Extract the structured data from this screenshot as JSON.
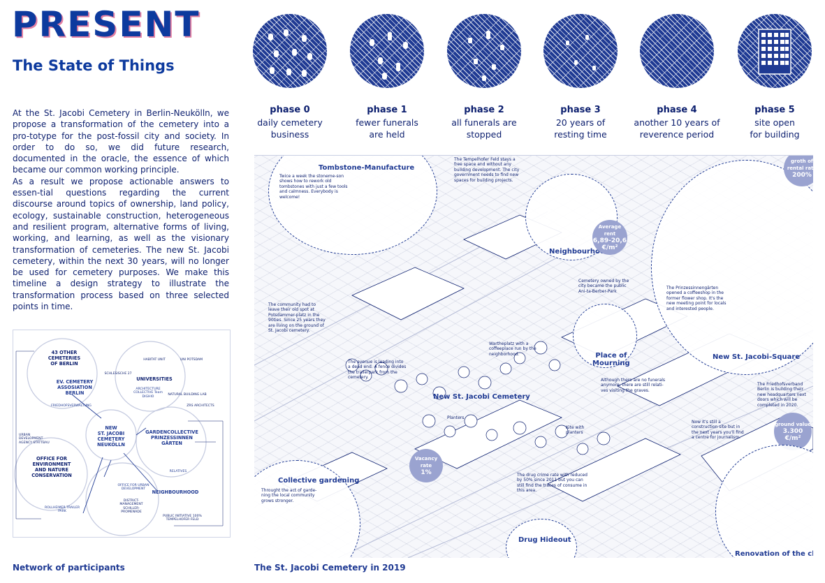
{
  "header": {
    "title": "PRESENT",
    "subtitle": "The State of Things"
  },
  "intro": {
    "p1": "At the St. Jacobi Cemetery in Berlin-Neukölln, we propose a transformation of the cemetery into a pro-totype for the post-fossil city and society. In order to do so, we did future research, documented in the oracle, the essence of which became our common working principle.",
    "p2": "As a result we propose actionable answers to essen-tial questions regarding the current discourse around topics of ownership, land policy, ecology, sustainable construction, heterogeneous and resilient program, alternative forms of living, working, and learning, as well as the visionary transformation of cemeteries. The new St. Jacobi cemetery, within the next 30 years, will no longer be used for cemetery purposes. We make this timeline a design strategy to illustrate the transformation process based on three selected points in time."
  },
  "phases": [
    {
      "name": "phase 0",
      "desc": "daily cemetery\nbusiness"
    },
    {
      "name": "phase 1",
      "desc": "fewer funerals\nare held"
    },
    {
      "name": "phase 2",
      "desc": "all funerals are\nstopped"
    },
    {
      "name": "phase 3",
      "desc": "20 years of\nresting time"
    },
    {
      "name": "phase 4",
      "desc": "another 10 years of\nreverence period"
    },
    {
      "name": "phase 5",
      "desc": "site open\nfor building"
    }
  ],
  "map": {
    "caption": "The St. Jacobi Cemetery in 2019",
    "labels": {
      "tombstone": "Tombstone-Manufacture",
      "neighbourhood": "Neighbourhood",
      "mourning": "Place of\nMourning",
      "square": "New St. Jacobi-Square",
      "cemetery": "New St. Jacobi Cemetery",
      "gardening": "Collective gardening",
      "drug": "Drug Hideout",
      "chapel": "Renovation of the chapel"
    },
    "notes": {
      "tombstone": "Twice a week the stoneme-son shows how to rework old tombstones with just a few tools and calmness. Everybody is welcome!",
      "tempelhof": "The Tempelhofer Feld stays a free space and without any building development. The city government needs to find new spaces for building projects.",
      "park": "Cemetery owned by the city became the public Ani-ta-Berber-Park",
      "coffeeshop": "The Prinzessinnengärten opened a coffeeshop in the former flower shop. It's the new meeting point for locals and interested people.",
      "community": "The community had to leave their old spot at Potsdammer-platz in the 90ties. Since 25 years they are living on the ground of St. Jacobi cemetery.",
      "wartheplatz": "Wartheplatz with a coffeeplace run by the neighborhood.",
      "avenue": "The avenue is leading into a dead end. A fence divides the trailerpark from the cemetery.",
      "funerals": "Although there are no funerals anymore, there are still relati-ves visiting the graves.",
      "friedhofsverband": "The Friedhofsverband Berlin is building their new headquarters next doors which will be completed in 2020.",
      "construction": "Now it's still a construction site but in the next years you'll find a centre for journalism.",
      "crime": "The drug crime rate with reduced by 50% since 2011 but you can still find the traces of consume in this area.",
      "gardening": "Throught the act of garde-ning the local community grows stronger.",
      "planters": "Planters",
      "kite": "Kite with planters"
    },
    "stats": {
      "rent_label": "Average rent",
      "rent_value": "6,89-20,6 €/m²",
      "growth_label": "groth of rental rate",
      "growth_value": "200%",
      "ground_label": "ground value",
      "ground_value": "3.300 €/m²",
      "vacancy_label": "Vacancy rate",
      "vacancy_value": "1%"
    }
  },
  "network": {
    "caption": "Network of participants",
    "nodes": {
      "cemeteries": "43 OTHER\nCEMETERIES\nOF BERLIN",
      "ev": "EV. CEMETERY\nASSOSIATION\nBERLIN",
      "universities": "UNIVERSITIES",
      "center": "NEW\nST. JACOBI\nCEMETERY\nNEUKÖLLN",
      "garden": "GARDENCOLLECTIVE\nPRINZESSINNEN\nGÄRTEN",
      "office": "OFFICE FOR\nENVIRONMENT\nAND NATURE\nCONSERVATION",
      "neighbourhood": "NEIGHBOURHOOD"
    },
    "edges": {
      "schlesische": "SCHLESISCHE 27",
      "habitat": "HABITAT UNIT",
      "unipotsdam": "UNI POTSDAM",
      "architecture": "ARCHITECTURE COLLECTIVE Team DIGHIO",
      "natural": "NATURAL BUILDING LAB",
      "zrs": "ZRS ARCHITECTS",
      "friedhof": "FRIEDHOFSVERWALTUNG",
      "urban": "URBAN DEVELOPMENT AGENCY STATTBAU",
      "relatives": "RELATIVES",
      "officeurban": "OFFICE FOR URBAN DEVELOPMENT",
      "district": "DISTRICT-MANAGEMENT SCHILLER-PROMENADE",
      "rollheimer": "ROLLHEIMER TRAILER PARK",
      "initiative": "PUBLIC INITIATIVE 100% TEMPELHOFER FELD"
    }
  },
  "colors": {
    "primary": "#1f3a93",
    "title": "#0d3a9e",
    "shadow": "#e27fa2",
    "stat": "#9aa3d0"
  },
  "icons": [
    "tombstone-icon",
    "building-icon"
  ]
}
